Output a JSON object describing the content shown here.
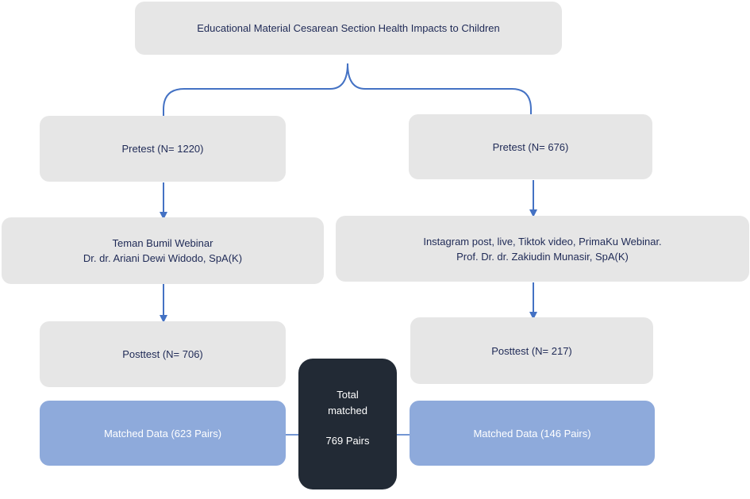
{
  "top": {
    "title": "Educational Material Cesarean Section Health Impacts to Children"
  },
  "left": {
    "pretest": "Pretest (N= 1220)",
    "intervention_line1": "Teman  Bumil Webinar",
    "intervention_line2": "Dr. dr. Ariani  Dewi Widodo, SpA(K)",
    "posttest": "Posttest (N= 706)",
    "matched": "Matched Data (623 Pairs)"
  },
  "right": {
    "pretest": "Pretest (N= 676)",
    "intervention_line1": "Instagram post, live,  Tiktok video, PrimaKu Webinar.",
    "intervention_line2": "Prof. Dr. dr. Zakiudin  Munasir, SpA(K)",
    "posttest": "Posttest (N= 217)",
    "matched": "Matched Data (146 Pairs)"
  },
  "total": {
    "line1": "Total",
    "line2": "matched",
    "line3": "769 Pairs"
  },
  "colors": {
    "grey_box": "#e6e6e6",
    "blue_box": "#8eaadb",
    "dark_box": "#222a35",
    "arrow": "#4472c4",
    "text": "#1f2a56"
  }
}
